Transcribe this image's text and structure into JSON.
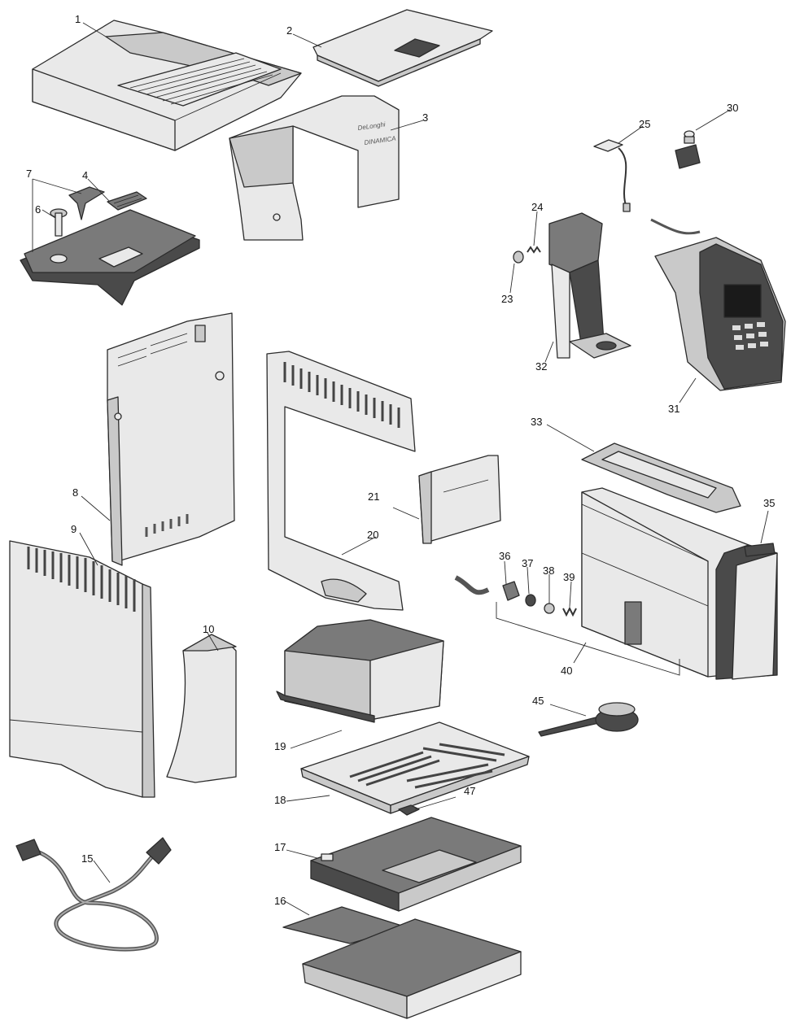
{
  "brand": {
    "logo_text": "DeLonghi",
    "model_text": "DINAMICA"
  },
  "callouts": [
    "1",
    "2",
    "3",
    "4",
    "6",
    "7",
    "8",
    "9",
    "10",
    "15",
    "16",
    "17",
    "18",
    "19",
    "20",
    "21",
    "23",
    "24",
    "25",
    "30",
    "31",
    "32",
    "33",
    "35",
    "36",
    "37",
    "38",
    "39",
    "40",
    "45",
    "47"
  ],
  "colors": {
    "outline": "#2b2b2b",
    "light": "#e9e9e9",
    "mid": "#c9c9c9",
    "dark": "#7a7a7a"
  }
}
